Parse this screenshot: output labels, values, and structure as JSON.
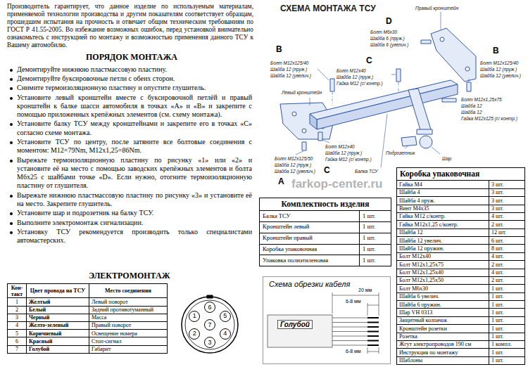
{
  "diagram": {
    "nodes": [
      {
        "text": [
          "Кон-такт",
          "Цвет провода на ТСУ",
          "Место соединения",
          "1",
          "Желтый",
          "Левый поворот",
          "2",
          "Белый",
          "Задний противотуманный",
          "3",
          "Черный",
          "Масса",
          "4",
          "Желто-зеленый",
          "Правый поворот",
          "5",
          "Коричневый",
          "Освещение номера",
          "6",
          "Красный",
          "Стоп-сигнал",
          "7",
          "Голубой",
          "Габарит"
        ]
      },
      {
        "text": [
          "1"
        ]
      },
      {
        "text": [
          "2"
        ]
      },
      {
        "text": [
          "3"
        ]
      },
      {
        "text": [
          "4"
        ]
      },
      {
        "text": [
          "5"
        ]
      },
      {
        "text": [
          "6"
        ]
      },
      {
        "text": [
          "7"
        ]
      },
      {
        "text": [
          "Комплектность изделия",
          "Балка ТСУ",
          "1 шт.",
          "Кронштейн левый",
          "1 шт.",
          "Кронштейн правый",
          "1 шт.",
          "Коробка упаковочная",
          "1 шт.",
          "Упаковка полиэтиленовая",
          "1 шт."
        ]
      },
      {
        "text": [
          "Схема обрезки кабеля",
          "20 мм",
          "6-8 мм",
          "Голубой",
          "6-8 мм"
        ]
      },
      {
        "text": [
          "Коробка упаковочная",
          "Гайка М4",
          "3 шт.",
          "Шайба 4",
          "3 шт.",
          "Шайба 4 пруж.",
          "3 шт.",
          "Винт М4х35",
          "3 шт.",
          "Гайка М12 с/контр.",
          "4 шт.",
          "Гайка М12х1,25 с/контр.",
          "2 шт.",
          "Шайба 12",
          "12 шт.",
          "Шайба 12 увелич.",
          "6 шт.",
          "Шайба 12 пружин.",
          "8 шт.",
          "Болт М12х40",
          "4 шт.",
          "Болт М12х1,25х75",
          "2 шт.",
          "Болт М12х1,25х40",
          "4 шт.",
          "Болт М12х1,25х50",
          "2 шт.",
          "Болт М6х30",
          "1 шт.",
          "Шайба 6 увелич.",
          "1 шт.",
          "Шайба 6 пружин.",
          "1 шт.",
          "Шар VH 0313",
          "1 шт.",
          "Защитный колпачок",
          "1 шт.",
          "Кронштейн розетки",
          "1 шт.",
          "Розетка",
          "1 шт.",
          "Жгут электропроводов 190 см",
          "1 компл.",
          "Инструкция по монтажу",
          "1 шт.",
          "Шаблоны",
          "1 шт."
        ]
      }
    ],
    "labels": [
      "Производитель гарантирует, что данное изделие по используемым материалам, применяемой технологии производства и другим показателям соответствует образцам, прошедшим испытания на прочность и отвечает общим техническим требованиям по ГОСТ Р 41.55-2005. Во избежание возможных ошибок, перед установкой внимательно ознакомьтесь с инструкцией по монтажу и возможностью применения данного ТСУ к Вашему автомобилю.",
      "ПОРЯДОК МОНТАЖА",
      "Демонтируйте нижнюю пластмассовую пластину.",
      "Демонтируйте буксировочные петли с обеих сторон.",
      "Снимите термоизоляционную пластину и опустите глушитель.",
      "Установите левый кронштейн вместе с буксировочной петлёй и правый кронштейн к балке шасси автомобиля в точках «А» и «В» и закрепите с помощью приложенных крепёжных элементов (см. схему монтажа).",
      "Установите балку ТСУ между кронштейнами и закрепите его в точках «С» согласно схеме монтажа.",
      "Установите ТСУ по центру, после затяните все болтовые соединения с моментом: М12=79Nm, М12х1,25=86Nm.",
      "Вырежьте термоизоляционную пластину по рисунку «1» или «2» и установите её на место с помощью заводских крепёжных элементов и болта М6х25 с шайбами точке «D». Если нужно, отогните термоизоляционную пластину от глушителя.",
      "Вырежьте нижнюю пластмассовую пластину по рисунку «3» и установите её на место. Закрепите глушитель.",
      "Установите шар и подрозетник на балку ТСУ.",
      "Выполните электромонтаж сигнализации.",
      "Установку ТСУ рекомендуется производить только специалистами автомастерских.",
      "ЭЛЕКТРОМОНТАЖ",
      "СХЕМА МОНТАЖА ТСУ",
      "Правый кронштейн",
      "D",
      "Болт М6х30",
      "Шайба 6 (пруж.)",
      "Шайба 6 (увелич.)",
      "В",
      "В",
      "Болт М12х125/40",
      "Шайба 12 (пруж.)",
      "Шайба 12 (увелич.)",
      "С",
      "Болт М12х40",
      "Шайба 12 (пруж.)",
      "Гайка М12 (с/ контр.)",
      "Болт М12х125/40",
      "Шайба 12 (пруж.)",
      "Шайба 12 (увелич.)",
      "Левый кронштейн",
      "Болт М12х1,25х75",
      "Шайба 12",
      "Шайба 12",
      "Гайка М12х125 (с/ контр.)",
      "Подрозетник",
      "Шар",
      "Болт М12х40",
      "Шайба 12 (пруж.)",
      "Гайка М12 (с/ контр.)",
      "Болт М12х125/50",
      "Шайба 12 (пруж.)",
      "Шайба 12 (увелич.)",
      "С",
      "Балка ТСУ",
      "А",
      "farkop-center.ru"
    ]
  }
}
